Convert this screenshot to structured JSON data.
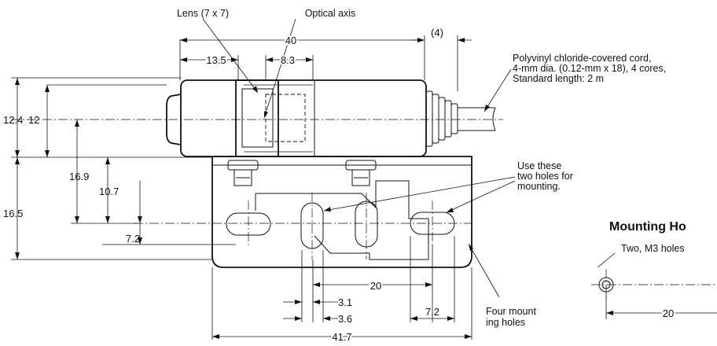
{
  "labels": {
    "lens": "Lens (7 x 7)",
    "optical_axis": "Optical axis",
    "cord_line1": "Polyvinyl chloride-covered cord,",
    "cord_line2": "4-mm dia. (0.12-mm x 18), 4 cores,",
    "cord_line3": "Standard length: 2 m",
    "use_holes_line1": "Use these",
    "use_holes_line2": "two holes for",
    "use_holes_line3": "mounting.",
    "four_holes_line1": "Four mount",
    "four_holes_line2": "ing holes",
    "mounting_heading": "Mounting Ho",
    "m3_holes": "Two, M3 holes"
  },
  "dimensions": {
    "d40": "40",
    "d4": "(4)",
    "d13_5": "13.5",
    "d8_3": "8.3",
    "d12_4": "12.4",
    "d12": "12",
    "d16_9": "16.9",
    "d10_7": "10.7",
    "d16_5": "16.5",
    "d7_2_left": "7.2",
    "d20": "20",
    "d3_1": "3.1",
    "d3_6": "3.6",
    "d7_2_bottom": "7.2",
    "d41_7": "41.7",
    "d20_mount": "20"
  }
}
